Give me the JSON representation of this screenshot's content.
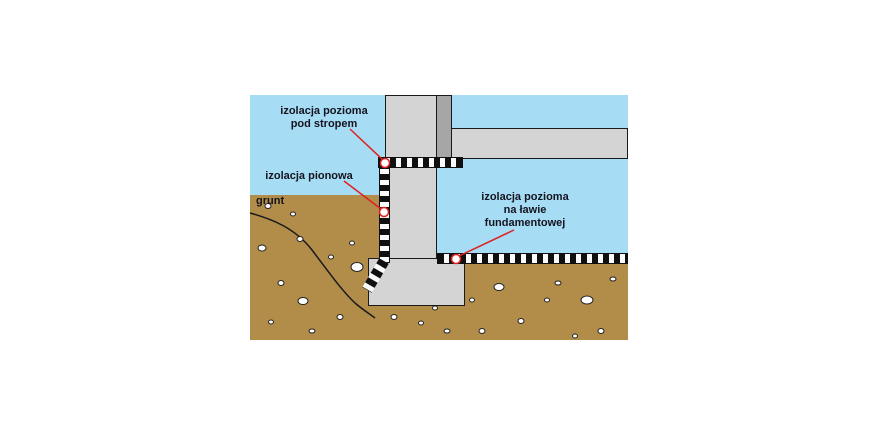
{
  "diagram": {
    "labels": {
      "insulation_top": "izolacja pozioma\npod stropem",
      "insulation_vertical": "izolacja pionowa",
      "ground": "grunt",
      "insulation_footing": "izolacja pozioma\nna ławie\nfundamentowej"
    },
    "colors": {
      "sky_blue": "#a7dcf5",
      "soil_brown": "#b28c49",
      "concrete_light": "#d4d4d4",
      "concrete_dark": "#a6a6a6",
      "insulation_black": "#101010",
      "leader_red": "#e02020",
      "label_text": "#14141e"
    }
  }
}
